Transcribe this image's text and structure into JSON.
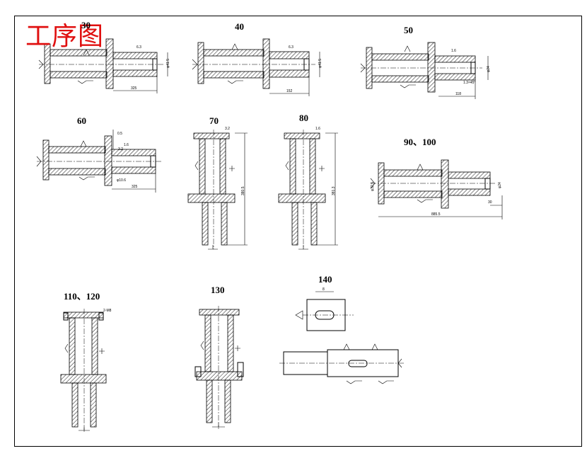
{
  "title": "工序图",
  "operations": [
    {
      "id": "op30",
      "label": "30",
      "dims": [
        "6.3",
        "325",
        "φ41.5"
      ]
    },
    {
      "id": "op40",
      "label": "40",
      "dims": [
        "6.3",
        "152",
        "φ41.5"
      ]
    },
    {
      "id": "op50",
      "label": "50",
      "dims": [
        "1.6",
        "118",
        "φ24",
        "1.3×45°"
      ]
    },
    {
      "id": "op60",
      "label": "60",
      "dims": [
        "0.5",
        "1.6",
        "3.2",
        "325",
        "φ10.6"
      ]
    },
    {
      "id": "op70",
      "label": "70",
      "dims": [
        "3.2",
        "380.5"
      ]
    },
    {
      "id": "op80",
      "label": "80",
      "dims": [
        "1.6",
        "381.3"
      ]
    },
    {
      "id": "op90",
      "label": "90、100",
      "dims": [
        "φ32.5",
        "φ24",
        "885.5",
        "30"
      ]
    },
    {
      "id": "op110",
      "label": "110、120",
      "dims": [
        "2-M8"
      ]
    },
    {
      "id": "op130",
      "label": "130",
      "dims": []
    },
    {
      "id": "op140",
      "label": "140",
      "dims": [
        "8"
      ]
    }
  ]
}
